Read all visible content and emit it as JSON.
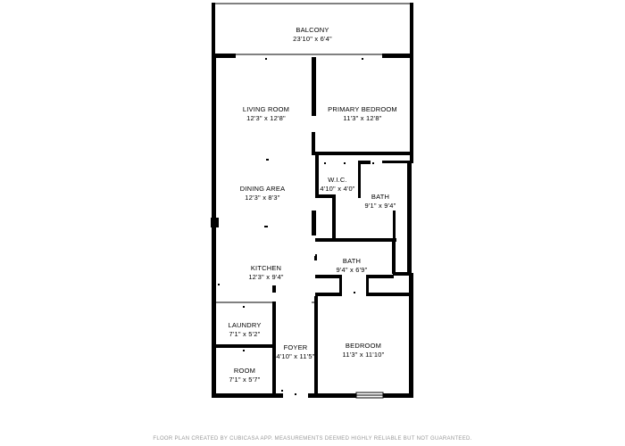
{
  "rooms": [
    {
      "id": "balcony",
      "name": "BALCONY",
      "dims": "23'10\" x 6'4\""
    },
    {
      "id": "living",
      "name": "LIVING ROOM",
      "dims": "12'3\" x 12'8\""
    },
    {
      "id": "primary",
      "name": "PRIMARY BEDROOM",
      "dims": "11'3\" x 12'8\""
    },
    {
      "id": "wic",
      "name": "W.I.C.",
      "dims": "4'10\" x 4'0\""
    },
    {
      "id": "dining",
      "name": "DINING AREA",
      "dims": "12'3\" x 8'3\""
    },
    {
      "id": "bath1",
      "name": "BATH",
      "dims": "9'1\" x 9'4\""
    },
    {
      "id": "bath2",
      "name": "BATH",
      "dims": "9'4\" x 6'9\""
    },
    {
      "id": "kitchen",
      "name": "KITCHEN",
      "dims": "12'3\" x 9'4\""
    },
    {
      "id": "laundry",
      "name": "LAUNDRY",
      "dims": "7'1\" x 5'2\""
    },
    {
      "id": "foyer",
      "name": "FOYER",
      "dims": "4'10\" x 11'5\""
    },
    {
      "id": "bedroom",
      "name": "BEDROOM",
      "dims": "11'3\" x 11'10\""
    },
    {
      "id": "room",
      "name": "ROOM",
      "dims": "7'1\" x 5'7\""
    }
  ],
  "footer": "FLOOR PLAN CREATED BY CUBICASA APP. MEASUREMENTS DEEMED HIGHLY RELIABLE BUT NOT GUARANTEED."
}
